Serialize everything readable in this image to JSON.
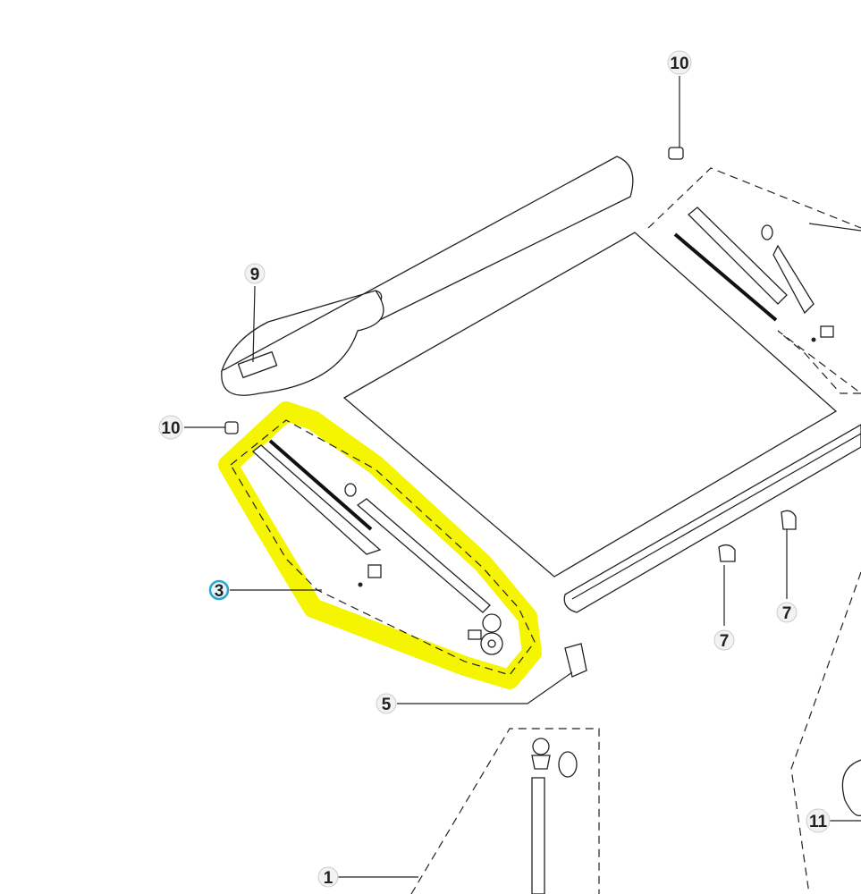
{
  "diagram": {
    "callouts": [
      {
        "id": "10",
        "text": "10"
      },
      {
        "id": "9",
        "text": "9"
      },
      {
        "id": "10",
        "text": "10"
      },
      {
        "id": "3",
        "text": "3",
        "selected": true
      },
      {
        "id": "7",
        "text": "7"
      },
      {
        "id": "7",
        "text": "7"
      },
      {
        "id": "5",
        "text": "5"
      },
      {
        "id": "1",
        "text": "1"
      },
      {
        "id": "11",
        "text": "11"
      }
    ],
    "highlight_color": "#f5f500",
    "selected_circle_color": "#2aa6c8"
  }
}
